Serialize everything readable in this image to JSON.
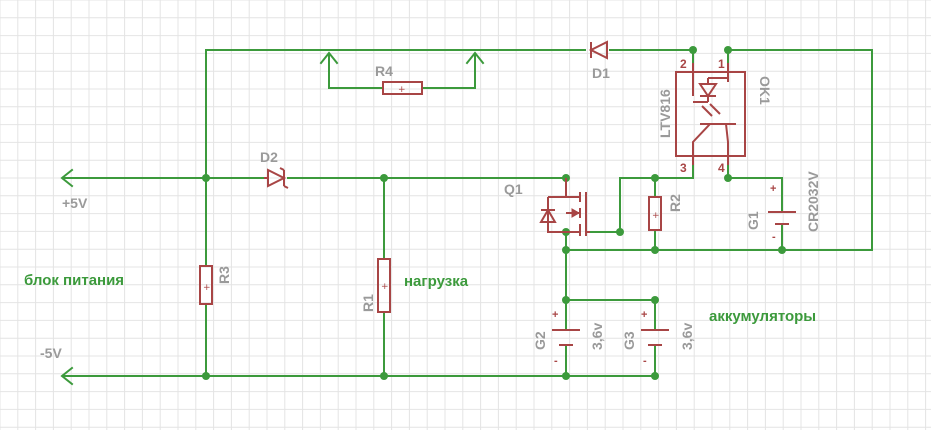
{
  "nets": {
    "plus5": "+5V",
    "minus5": "-5V"
  },
  "notes": {
    "power_unit": "блок питания",
    "load": "нагрузка",
    "batteries": "аккумуляторы"
  },
  "components": {
    "R1": "R1",
    "R2": "R2",
    "R3": "R3",
    "R4": "R4",
    "D1": "D1",
    "D2": "D2",
    "Q1": "Q1",
    "OK1": "OK1",
    "OK1_part": "LTV816",
    "G1": "G1",
    "G1_part": "CR2032V",
    "G2": "G2",
    "G2_value": "3,6v",
    "G3": "G3",
    "G3_value": "3,6v"
  },
  "pins": {
    "ok1_1": "1",
    "ok1_2": "2",
    "ok1_3": "3",
    "ok1_4": "4"
  },
  "symbols": {
    "plus": "+",
    "minus": "-"
  },
  "colors": {
    "wire": "#3c9a3c",
    "component": "#a84545",
    "label": "#9a9a9a",
    "grid": "#e4e4e4"
  }
}
